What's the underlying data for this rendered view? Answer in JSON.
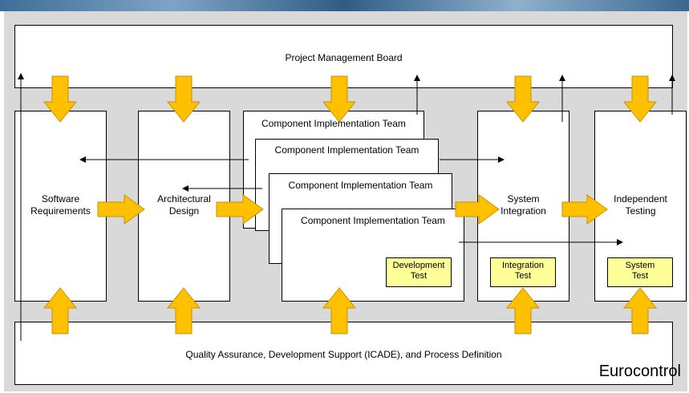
{
  "pmb": {
    "label": "Project Management Board"
  },
  "qa": {
    "label": "Quality Assurance, Development Support (ICADE), and Process Definition"
  },
  "stages": {
    "software_requirements": "Software\nRequirements",
    "architectural_design": "Architectural\nDesign",
    "system_integration": "System\nIntegration",
    "independent_testing": "Independent\nTesting"
  },
  "teams": [
    "Component Implementation Team",
    "Component Implementation Team",
    "Component Implementation Team",
    "Component Implementation Team"
  ],
  "tests": {
    "development": "Development\nTest",
    "integration": "Integration\nTest",
    "system": "System\nTest"
  },
  "logo": "Eurocontrol",
  "colors": {
    "arrow_fill": "#ffc000",
    "arrow_stroke": "#c89200",
    "test_fill": "#ffff99",
    "background": "#d9d9d9"
  }
}
